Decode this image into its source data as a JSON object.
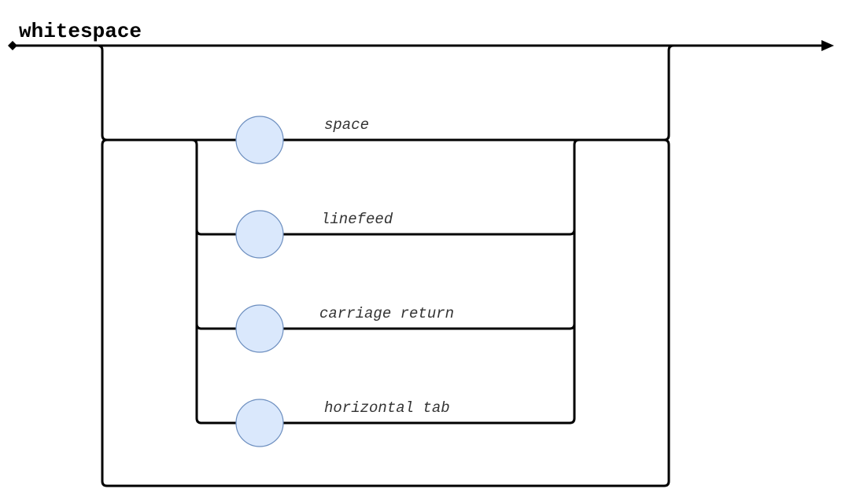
{
  "diagram": {
    "title": "whitespace",
    "alternatives": [
      {
        "label": "space"
      },
      {
        "label": "linefeed"
      },
      {
        "label": "carriage return"
      },
      {
        "label": "horizontal tab"
      }
    ]
  },
  "colors": {
    "line": "#000000",
    "node_fill": "#dae8fc",
    "node_stroke": "#6c8ebf",
    "label_text": "#333333"
  }
}
